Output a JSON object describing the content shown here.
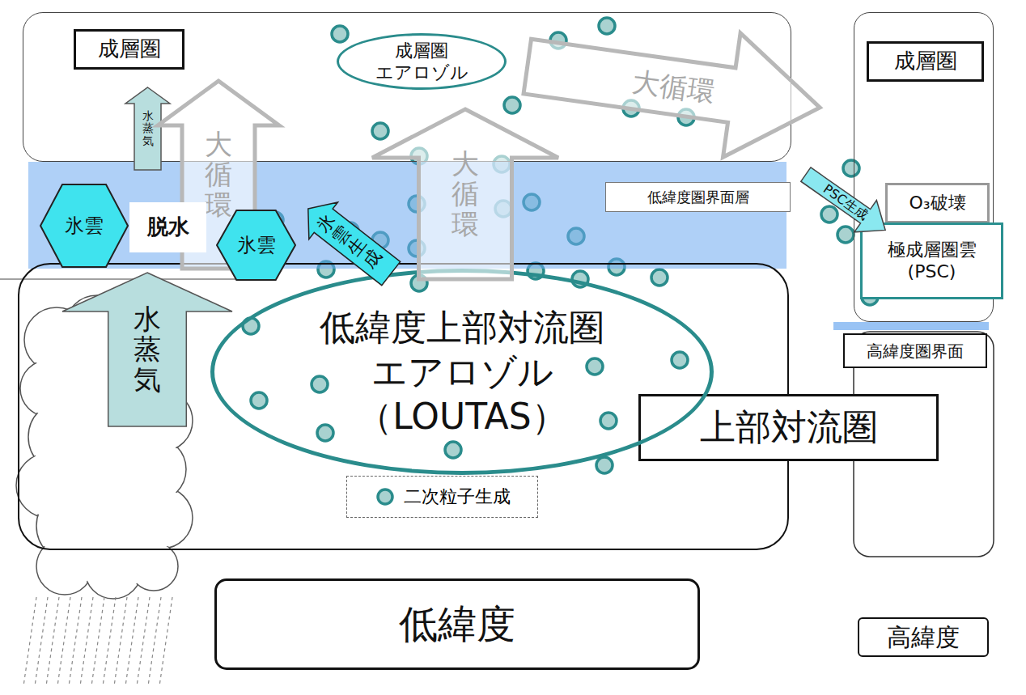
{
  "diagram": {
    "nodes": [
      {
        "text": [
          "成層圏"
        ]
      },
      {
        "text": [
          "成層圏 エアロゾル"
        ],
        "in": 0
      },
      {
        "text": [
          "大循環"
        ]
      },
      {
        "text": [
          "成層圏"
        ]
      },
      {
        "text": [
          "水蒸気"
        ]
      },
      {
        "text": [
          "大循環"
        ]
      },
      {
        "text": [
          "大循環"
        ]
      },
      {
        "text": [
          "低緯度圏界面層"
        ]
      },
      {
        "text": [
          "PSC生成"
        ]
      },
      {
        "text": [
          "O₃破壊"
        ],
        "in": 3
      },
      {
        "text": [
          "極成層圏雲(PSC)"
        ]
      },
      {
        "text": [
          "氷雲"
        ]
      },
      {
        "text": [
          "脱水"
        ]
      },
      {
        "text": [
          "氷雲"
        ]
      },
      {
        "text": [
          "氷雲生成"
        ]
      },
      {
        "text": [
          "上部対流圏"
        ]
      },
      {
        "text": [
          "低緯度上部対流圏 エアロゾル （LOUTAS）"
        ],
        "in": 15
      },
      {
        "text": [
          "水蒸気"
        ],
        "in": 15
      },
      {
        "text": [
          "高緯度圏界面"
        ]
      },
      {
        "text": [
          "低緯度"
        ]
      },
      {
        "text": [
          "高緯度"
        ]
      }
    ],
    "legend": [
      {
        "text": "二次粒子生成"
      }
    ]
  }
}
